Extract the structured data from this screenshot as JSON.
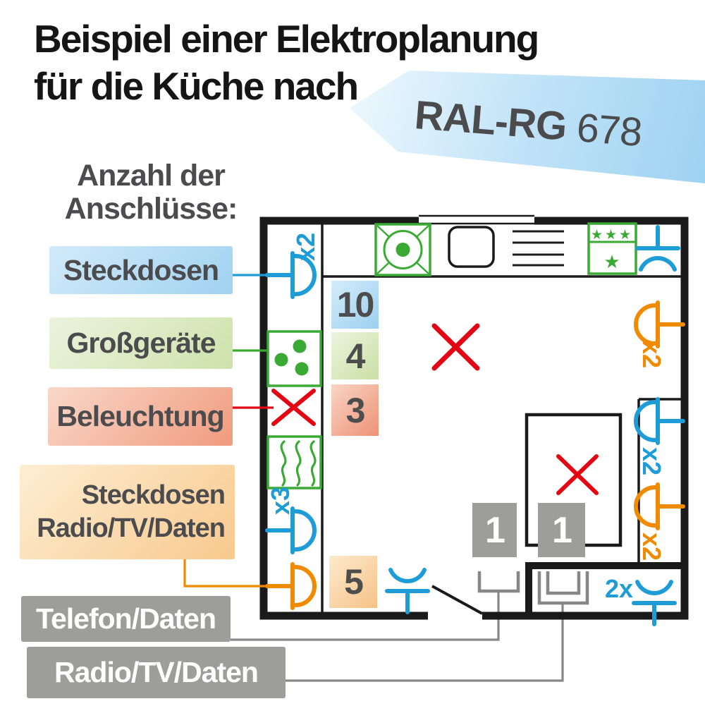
{
  "title": {
    "line1": "Beispiel einer Elektroplanung",
    "line2": "für die Küche nach"
  },
  "badge": {
    "name": "RAL-RG",
    "number": "678"
  },
  "legend": {
    "heading": {
      "line1": "Anzahl der",
      "line2": "Anschlüsse:"
    },
    "steckdosen": {
      "label": "Steckdosen",
      "count": "10"
    },
    "grossgeraete": {
      "label": "Großgeräte",
      "count": "4"
    },
    "beleuchtung": {
      "label": "Beleuchtung",
      "count": "3"
    },
    "steckdosen_radio_tv_daten": {
      "label_line1": "Steckdosen",
      "label_line2": "Radio/TV/Daten",
      "count": "5"
    },
    "telefon_daten": {
      "label": "Telefon/Daten",
      "count": "1"
    },
    "radio_tv_daten": {
      "label": "Radio/TV/Daten",
      "count": "1"
    }
  },
  "plan": {
    "socket_labels": {
      "top_left": "x2",
      "left_lower": "x3",
      "right_top": "x2",
      "right_middle": "x2",
      "right_lower": "x2",
      "bottom_right": "2x"
    },
    "fridge": {
      "stars_top": "★★★",
      "star_bottom": "★"
    }
  },
  "colors": {
    "socket_blue": "#1e9cd7",
    "appliance_green": "#3aaa35",
    "lighting_red": "#e30613",
    "data_orange": "#f08a00",
    "comm_gray": "#878787",
    "wall_black": "#1a1a1a"
  }
}
